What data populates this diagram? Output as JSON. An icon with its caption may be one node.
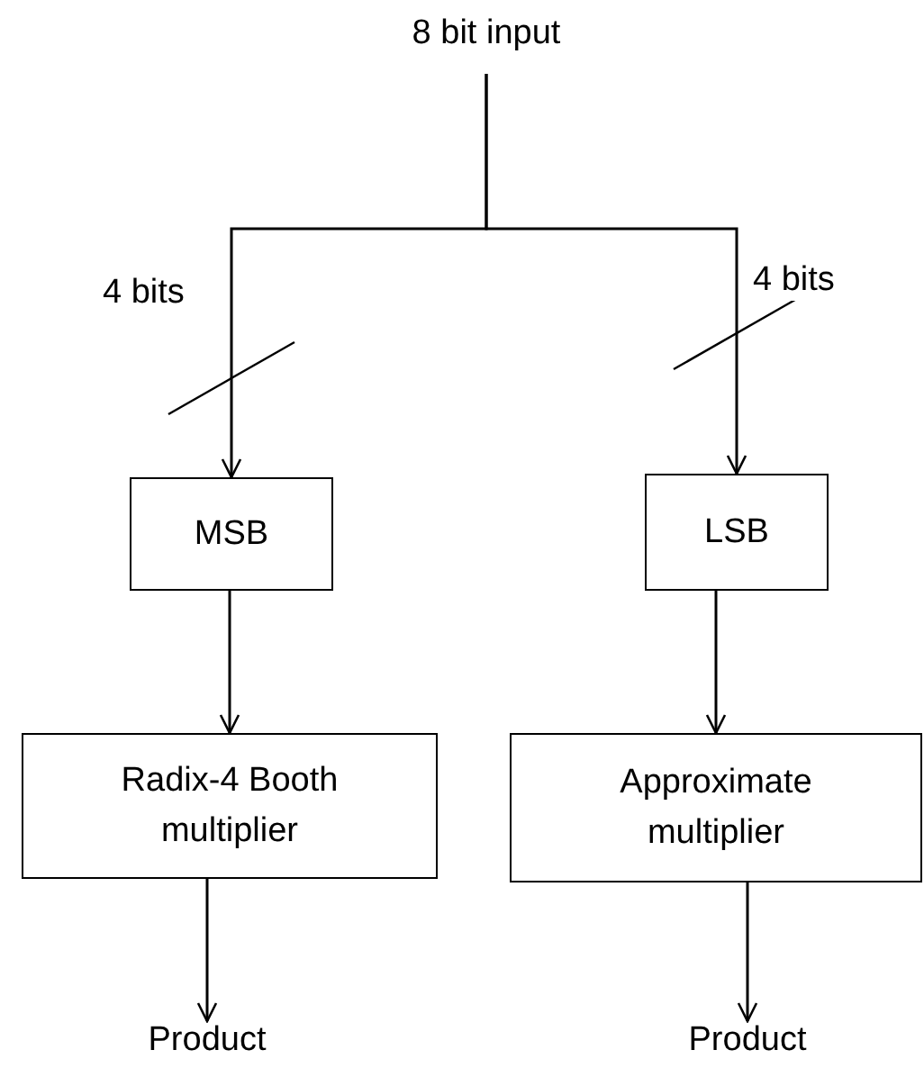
{
  "diagram": {
    "nodes": [
      {
        "text": [
          "8 bit input"
        ]
      },
      {
        "text": [
          "MSB"
        ]
      },
      {
        "text": [
          "LSB"
        ]
      },
      {
        "text": [
          "Radix-4 Booth multiplier"
        ]
      },
      {
        "text": [
          "Approximate multiplier"
        ]
      },
      {
        "text": [
          "Product"
        ]
      },
      {
        "text": [
          "Product"
        ]
      }
    ],
    "edges": [
      {
        "from": 0,
        "to": 1,
        "arrow": "to",
        "label": "4 bits"
      },
      {
        "from": 0,
        "to": 2,
        "arrow": "to",
        "label": "4 bits"
      },
      {
        "from": 1,
        "to": 3,
        "arrow": "to"
      },
      {
        "from": 2,
        "to": 4,
        "arrow": "to"
      },
      {
        "from": 3,
        "to": 5,
        "arrow": "to"
      },
      {
        "from": 4,
        "to": 6,
        "arrow": "to"
      }
    ]
  }
}
